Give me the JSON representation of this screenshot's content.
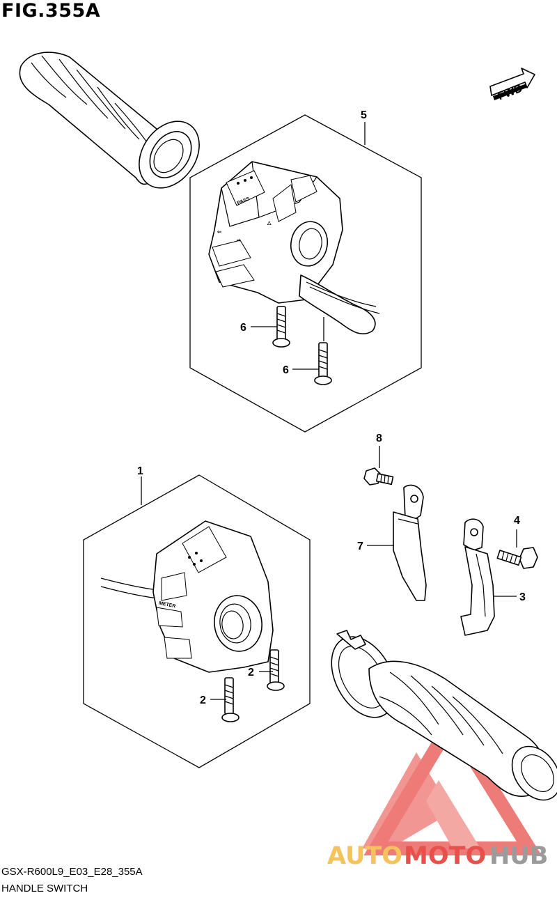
{
  "figure": {
    "title": "FIG.355A",
    "model_code": "GSX-R600L9_E03_E28_355A",
    "name": "HANDLE SWITCH"
  },
  "direction_badge": "FWD",
  "part_callouts": [
    {
      "id": "callout-5",
      "label": "5"
    },
    {
      "id": "callout-6a",
      "label": "6"
    },
    {
      "id": "callout-6b",
      "label": "6"
    },
    {
      "id": "callout-8",
      "label": "8"
    },
    {
      "id": "callout-1",
      "label": "1"
    },
    {
      "id": "callout-4",
      "label": "4"
    },
    {
      "id": "callout-7",
      "label": "7"
    },
    {
      "id": "callout-3",
      "label": "3"
    },
    {
      "id": "callout-2a",
      "label": "2"
    },
    {
      "id": "callout-2b",
      "label": "2"
    }
  ],
  "switch_labels": {
    "pass": "PASS",
    "meter": "METER"
  },
  "watermark": {
    "part1": "AUTO",
    "part2": "MOTO",
    "part3": "HUB",
    "colors": {
      "orange": "#f6c25b",
      "red": "#e8504b",
      "gray": "#9b9b9b"
    }
  }
}
